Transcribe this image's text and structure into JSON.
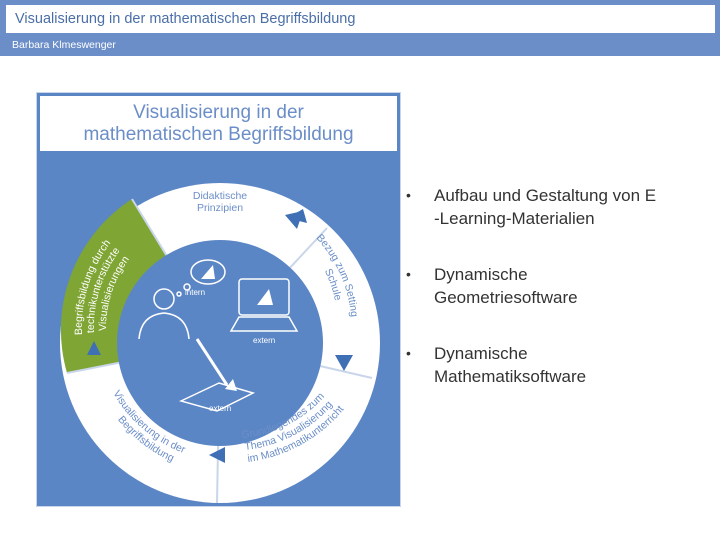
{
  "header": {
    "title": "Visualisierung in der mathematischen Begriffsbildung",
    "author": "Barbara Klmeswenger"
  },
  "figure": {
    "title_line1": "Visualisierung in der",
    "title_line2": "mathematischen Begriffsbildung",
    "segments": {
      "didaktische_line1": "Didaktische",
      "didaktische_line2": "Prinzipien",
      "bezug_line1": "Bezug zum Setting",
      "bezug_line2": "Schule",
      "grundlegendes_line1": "Grundlegendes zum",
      "grundlegendes_line2": "Thema Visualisierung",
      "grundlegendes_line3": "im Mathematikunterricht",
      "visualisierung_line1": "Visualisierung in der",
      "visualisierung_line2": "Begriffsbildung",
      "technik_line1": "Begriffsbildung durch",
      "technik_line2": "technikunterstützte",
      "technik_line3": "Visualisierungen"
    },
    "labels": {
      "intern": "intern",
      "extern_laptop": "extern",
      "extern_paper": "extern"
    },
    "colors": {
      "background": "#5b86c5",
      "ring": "#ffffff",
      "highlight_segment": "#7fa534",
      "arrow": "#3f6fb5"
    }
  },
  "bullets": [
    {
      "line1": "Aufbau und Gestaltung von E",
      "line2": "-Learning-Materialien"
    },
    {
      "line1": "Dynamische",
      "line2": "Geometriesoftware"
    },
    {
      "line1": "Dynamische",
      "line2": "Mathematiksoftware"
    }
  ]
}
